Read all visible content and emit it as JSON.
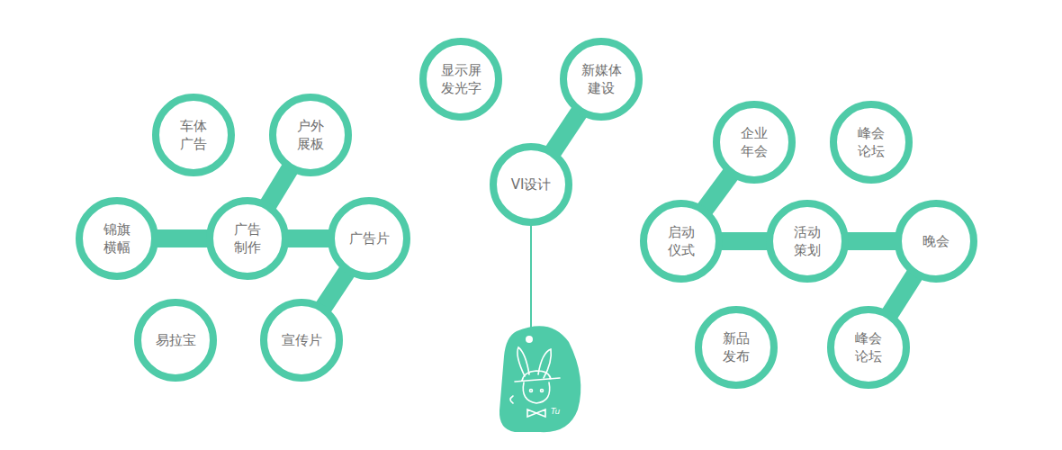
{
  "diagram": {
    "nodes": [
      {
        "text": [
          "车体 广告"
        ]
      },
      {
        "text": [
          "户外 展板"
        ]
      },
      {
        "text": [
          "锦旗 横幅"
        ]
      },
      {
        "text": [
          "广告 制作"
        ]
      },
      {
        "text": [
          "广告片"
        ]
      },
      {
        "text": [
          "易拉宝"
        ]
      },
      {
        "text": [
          "宣传片"
        ]
      },
      {
        "text": [
          "显示屏 发光字"
        ]
      },
      {
        "text": [
          "新媒体 建设"
        ]
      },
      {
        "text": [
          "VI设计"
        ]
      },
      {
        "text": [
          "企业 年会"
        ]
      },
      {
        "text": [
          "峰会 论坛"
        ]
      },
      {
        "text": [
          "启动 仪式"
        ]
      },
      {
        "text": [
          "活动 策划"
        ]
      },
      {
        "text": [
          "晚会"
        ]
      },
      {
        "text": [
          "新品 发布"
        ]
      },
      {
        "text": [
          "峰会 论坛"
        ]
      }
    ],
    "edges": [
      {
        "from": 2,
        "to": 3,
        "arrow": "none"
      },
      {
        "from": 3,
        "to": 1,
        "arrow": "none"
      },
      {
        "from": 3,
        "to": 4,
        "arrow": "none"
      },
      {
        "from": 4,
        "to": 6,
        "arrow": "none"
      },
      {
        "from": 9,
        "to": 8,
        "arrow": "none"
      },
      {
        "from": 10,
        "to": 12,
        "arrow": "none"
      },
      {
        "from": 12,
        "to": 13,
        "arrow": "none"
      },
      {
        "from": 13,
        "to": 14,
        "arrow": "none"
      },
      {
        "from": 14,
        "to": 16,
        "arrow": "none"
      }
    ],
    "labels": [
      "Tu"
    ]
  }
}
